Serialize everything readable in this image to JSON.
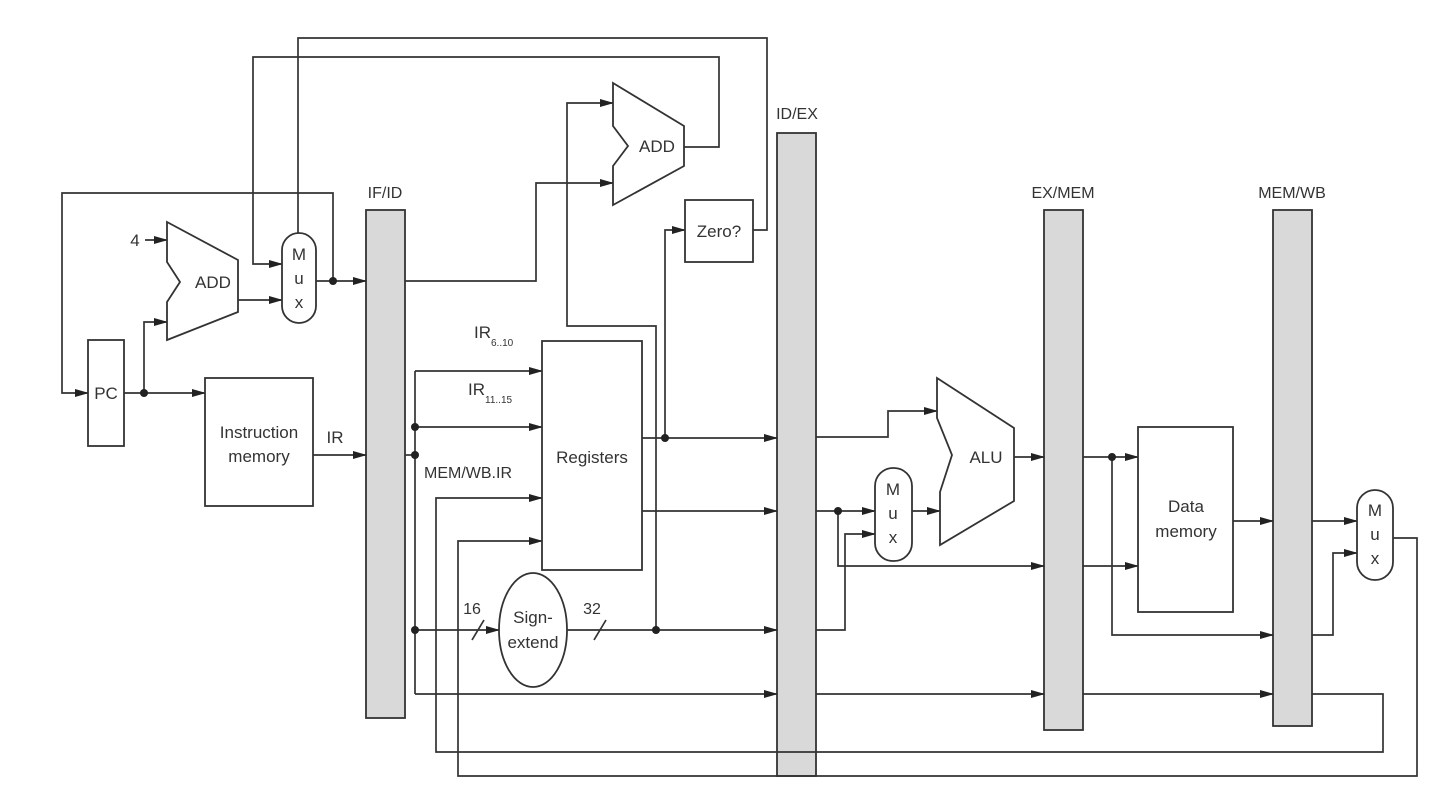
{
  "pipeline_registers": [
    "IF/ID",
    "ID/EX",
    "EX/MEM",
    "MEM/WB"
  ],
  "blocks": {
    "pc": "PC",
    "adder": "ADD",
    "instruction_memory": [
      "Instruction",
      "memory"
    ],
    "registers": "Registers",
    "sign_extend": [
      "Sign-",
      "extend"
    ],
    "zero_test": "Zero?",
    "alu": "ALU",
    "data_memory": [
      "Data",
      "memory"
    ],
    "mux": [
      "M",
      "u",
      "x"
    ]
  },
  "signals": {
    "constant_four": "4",
    "ir": "IR",
    "ir_rs": {
      "base": "IR",
      "sub": "6..10"
    },
    "ir_rt": {
      "base": "IR",
      "sub": "11..15"
    },
    "memwb_ir": "MEM/WB.IR",
    "width_in": "16",
    "width_out": "32"
  }
}
